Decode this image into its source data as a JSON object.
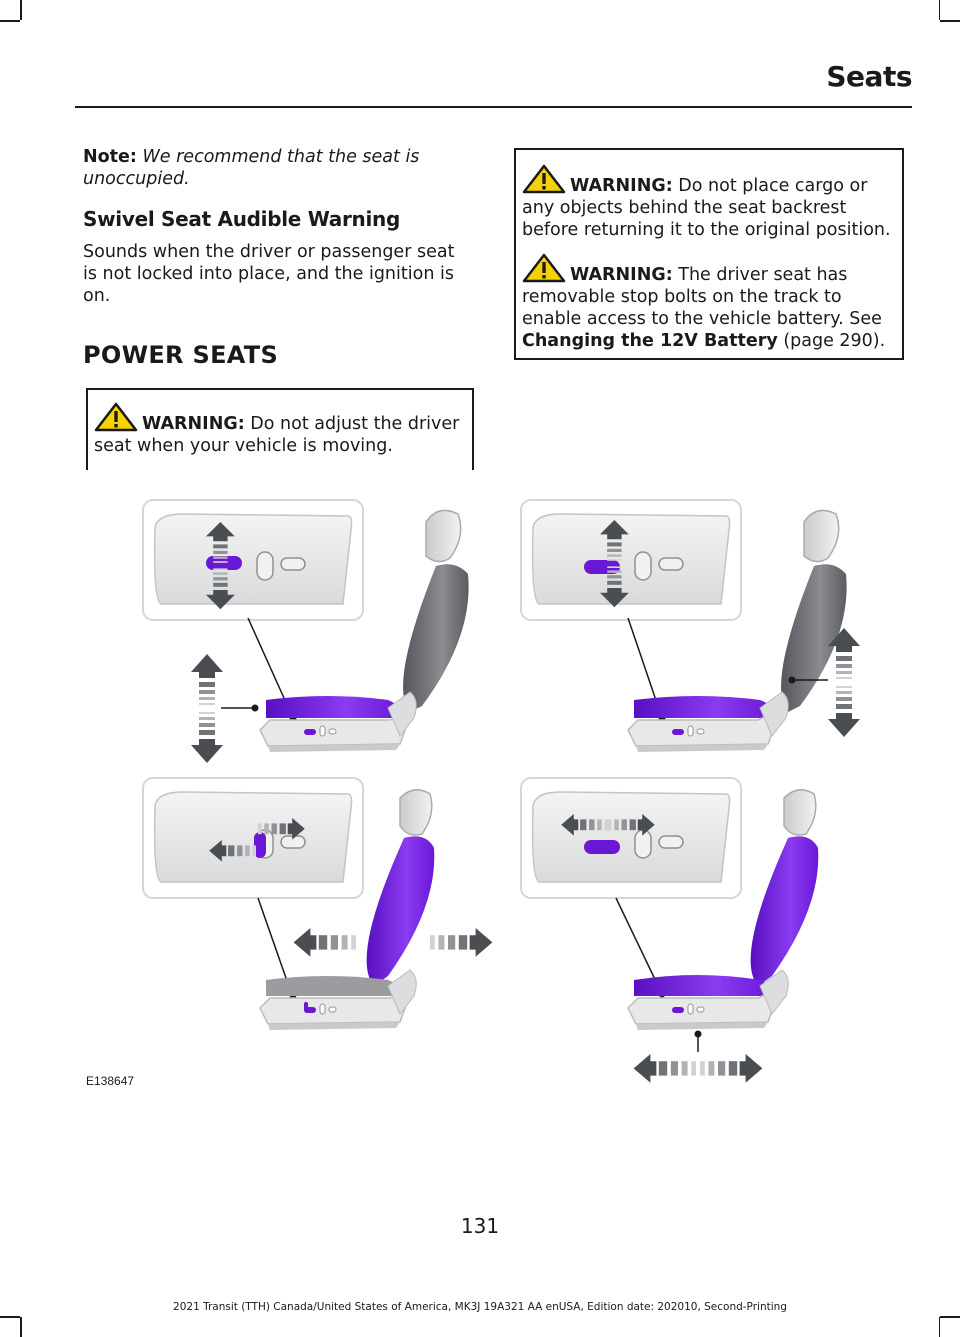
{
  "header": {
    "title": "Seats"
  },
  "note": {
    "label": "Note:",
    "text": "We recommend that the seat is unoccupied."
  },
  "swivel": {
    "heading": "Swivel Seat Audible Warning",
    "body": "Sounds when the driver or passenger seat is not locked into place, and the ignition is on."
  },
  "power_seats": {
    "heading": "POWER SEATS",
    "warning_label": "WARNING:",
    "warning_text": "Do not adjust the driver seat when your vehicle is moving."
  },
  "right_warnings": {
    "w1_label": "WARNING:",
    "w1_text": "Do not place cargo or any objects behind the seat backrest before returning it to the original position.",
    "w2_label": "WARNING:",
    "w2_text": "The driver seat has removable stop bolts on the track to enable access to the vehicle battery.  See",
    "w2_xref": "Changing the 12V Battery",
    "w2_page": "(page 290)."
  },
  "figure": {
    "code": "E138647"
  },
  "page_number": "131",
  "footer": "2021 Transit (TTH) Canada/United States of America, MK3J 19A321 AA enUSA, Edition date: 202010, Second-Printing",
  "colors": {
    "accent": "#6a17d6",
    "arrow": "#4a4d52",
    "panel": "#e9eaea"
  }
}
